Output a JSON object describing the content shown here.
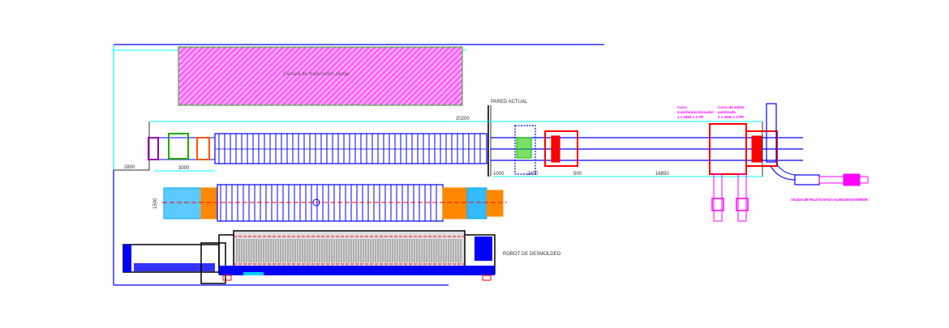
{
  "drawing": {
    "chamber_label": "Cámara de maduración piezas",
    "wall_label": "PARED ACTUAL",
    "robot_label": "ROBOT DE DESMOLDEO",
    "dimensions": {
      "overall": "20200",
      "left_offset": "2800",
      "entry": "3000",
      "wall_gap": "1000",
      "station": "2400",
      "gap": "500",
      "run": "16850",
      "width": "1500"
    },
    "notes": {
      "note_a_line1": "Carro",
      "note_a_line2": "transferidor/elevador",
      "note_a_line3": "1 x 2600 x 2 PP",
      "note_b_line1": "Carro de salida",
      "note_b_line2": "paletizado",
      "note_b_line3": "2 x 2600 x 2 PP",
      "note_c": "SALIDA DE PALETS HACIA ALMACEN EXTERIOR"
    },
    "colors": {
      "blue": "#0000ff",
      "cyan": "#00ffff",
      "magenta": "#ff00ff",
      "red": "#ff0000",
      "green": "#22bb00",
      "orange": "#ff7700"
    }
  }
}
